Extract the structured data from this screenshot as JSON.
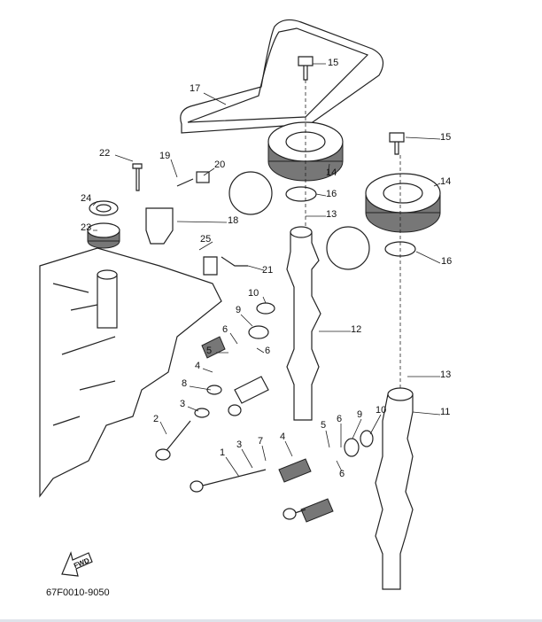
{
  "diagram": {
    "part_code": "67F0010-9050",
    "fwd_label": "FWD",
    "callouts": [
      "1",
      "2",
      "3",
      "3",
      "4",
      "4",
      "5",
      "5",
      "6",
      "6",
      "6",
      "6",
      "7",
      "8",
      "9",
      "9",
      "10",
      "10",
      "11",
      "12",
      "13",
      "13",
      "14",
      "14",
      "15",
      "15",
      "16",
      "16",
      "17",
      "18",
      "19",
      "20",
      "21",
      "22",
      "23",
      "24",
      "25"
    ]
  }
}
